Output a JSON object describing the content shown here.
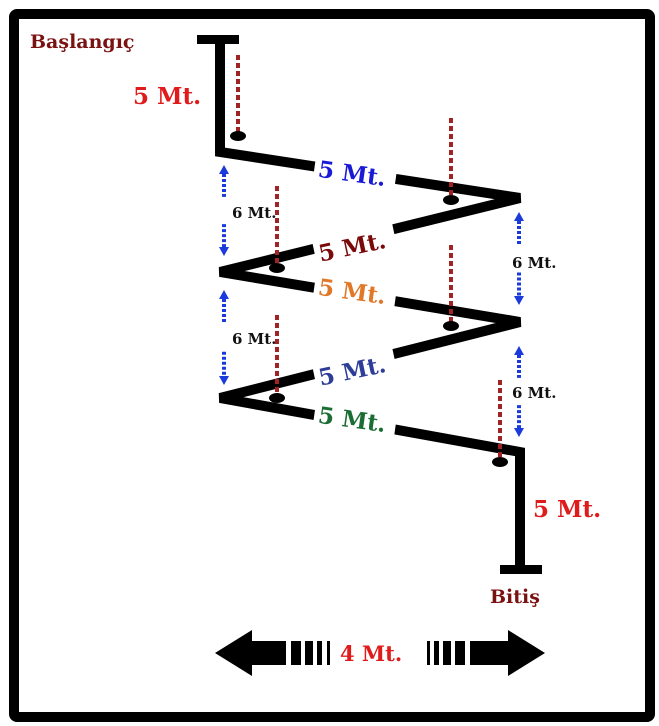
{
  "labels": {
    "start": "Başlangıç",
    "end": "Bitiş",
    "top_segment": "5 Mt.",
    "bottom_segment": "5 Mt.",
    "width": "4 Mt."
  },
  "zigzag_segments": [
    {
      "label": "5 Mt.",
      "color": "#1a1ad6"
    },
    {
      "label": "5 Mt.",
      "color": "#7a0a0a"
    },
    {
      "label": "5 Mt.",
      "color": "#e07828"
    },
    {
      "label": "5 Mt.",
      "color": "#2e3e98"
    },
    {
      "label": "5 Mt.",
      "color": "#1a6e34"
    }
  ],
  "gaps": [
    {
      "label": "6 Mt.",
      "side": "left"
    },
    {
      "label": "6 Mt.",
      "side": "right"
    },
    {
      "label": "6 Mt.",
      "side": "left"
    },
    {
      "label": "6 Mt.",
      "side": "right"
    }
  ],
  "colors": {
    "frame": "#000000",
    "path": "#000000",
    "start_end_text": "#7a1212",
    "length_red": "#e01b1b",
    "gap_arrow": "#1a3adc",
    "pole": "#a02424"
  },
  "poles": 6
}
